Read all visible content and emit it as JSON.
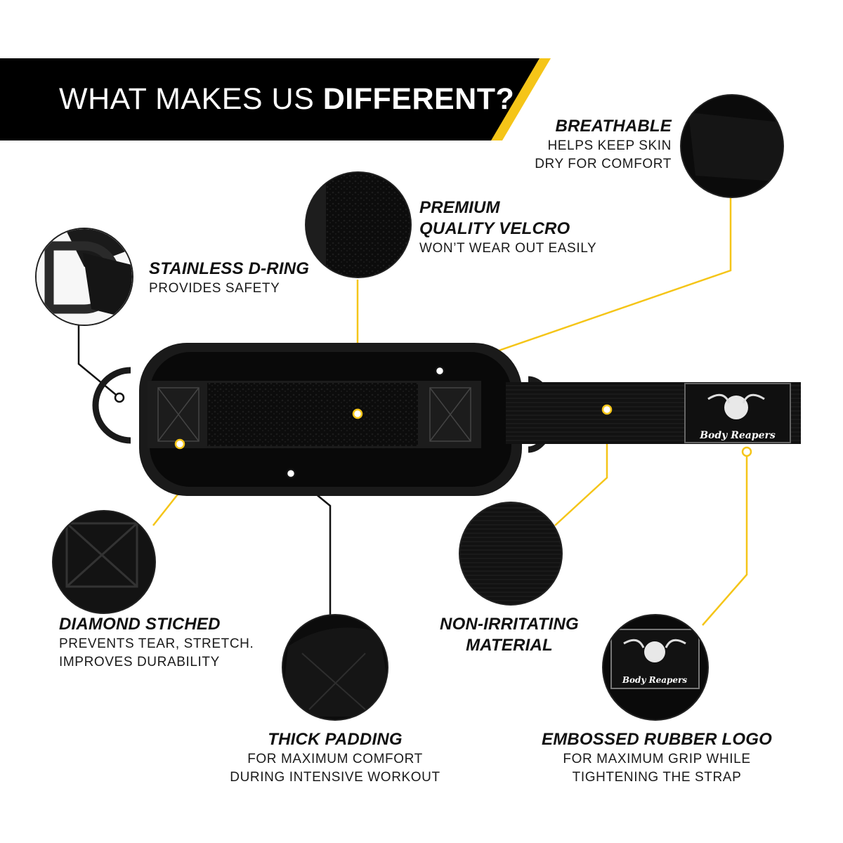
{
  "header": {
    "title_light": "WHAT MAKES US ",
    "title_bold": "DIFFERENT?",
    "bar_color": "#000000",
    "accent_color": "#f5c518"
  },
  "features": {
    "breathable": {
      "title": "BREATHABLE",
      "desc_1": "HELPS KEEP SKIN",
      "desc_2": "DRY FOR COMFORT"
    },
    "velcro": {
      "title_1": "PREMIUM",
      "title_2": "QUALITY VELCRO",
      "desc_1": "WON’T WEAR OUT EASILY"
    },
    "dring": {
      "title": "STAINLESS D-RING",
      "desc_1": "PROVIDES SAFETY"
    },
    "diamond": {
      "title": "DIAMOND STICHED",
      "desc_1": "PREVENTS TEAR, STRETCH.",
      "desc_2": "IMPROVES DURABILITY"
    },
    "padding": {
      "title": "THICK PADDING",
      "desc_1": "FOR MAXIMUM COMFORT",
      "desc_2": "DURING INTENSIVE WORKOUT"
    },
    "material": {
      "title_1": "NON-IRRITATING",
      "title_2": "MATERIAL"
    },
    "logo": {
      "title": "EMBOSSED RUBBER LOGO",
      "desc_1": "FOR MAXIMUM GRIP WHILE",
      "desc_2": "TIGHTENING THE STRAP"
    }
  },
  "brand": {
    "patch_text": "Body Reapers"
  }
}
